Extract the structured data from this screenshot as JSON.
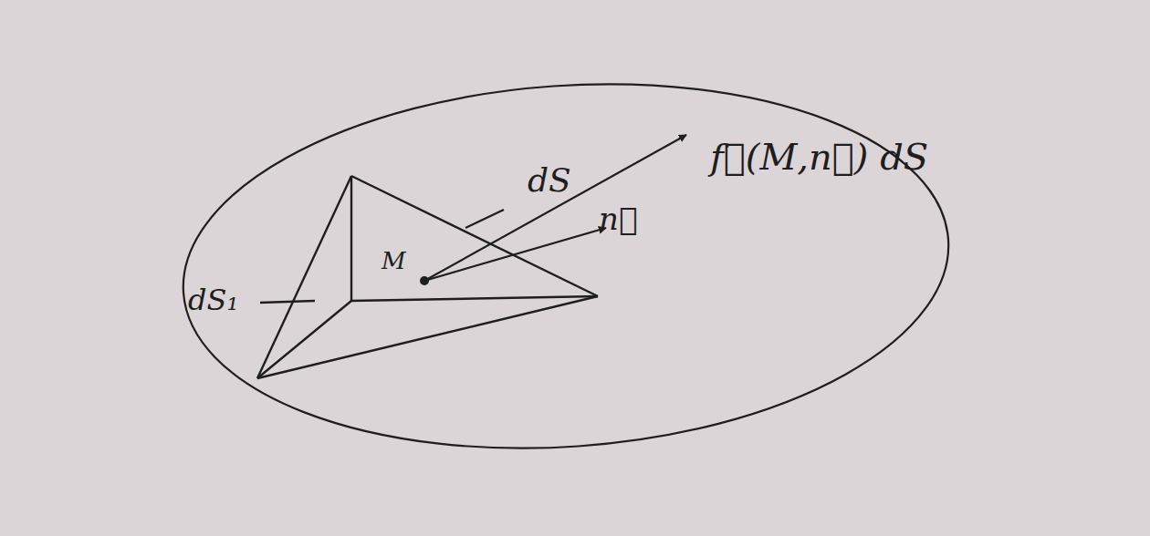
{
  "diagram": {
    "labels": [
      "dS",
      "f⃗(M,n⃗) dS",
      "n⃗",
      "M",
      "dS₁"
    ]
  }
}
